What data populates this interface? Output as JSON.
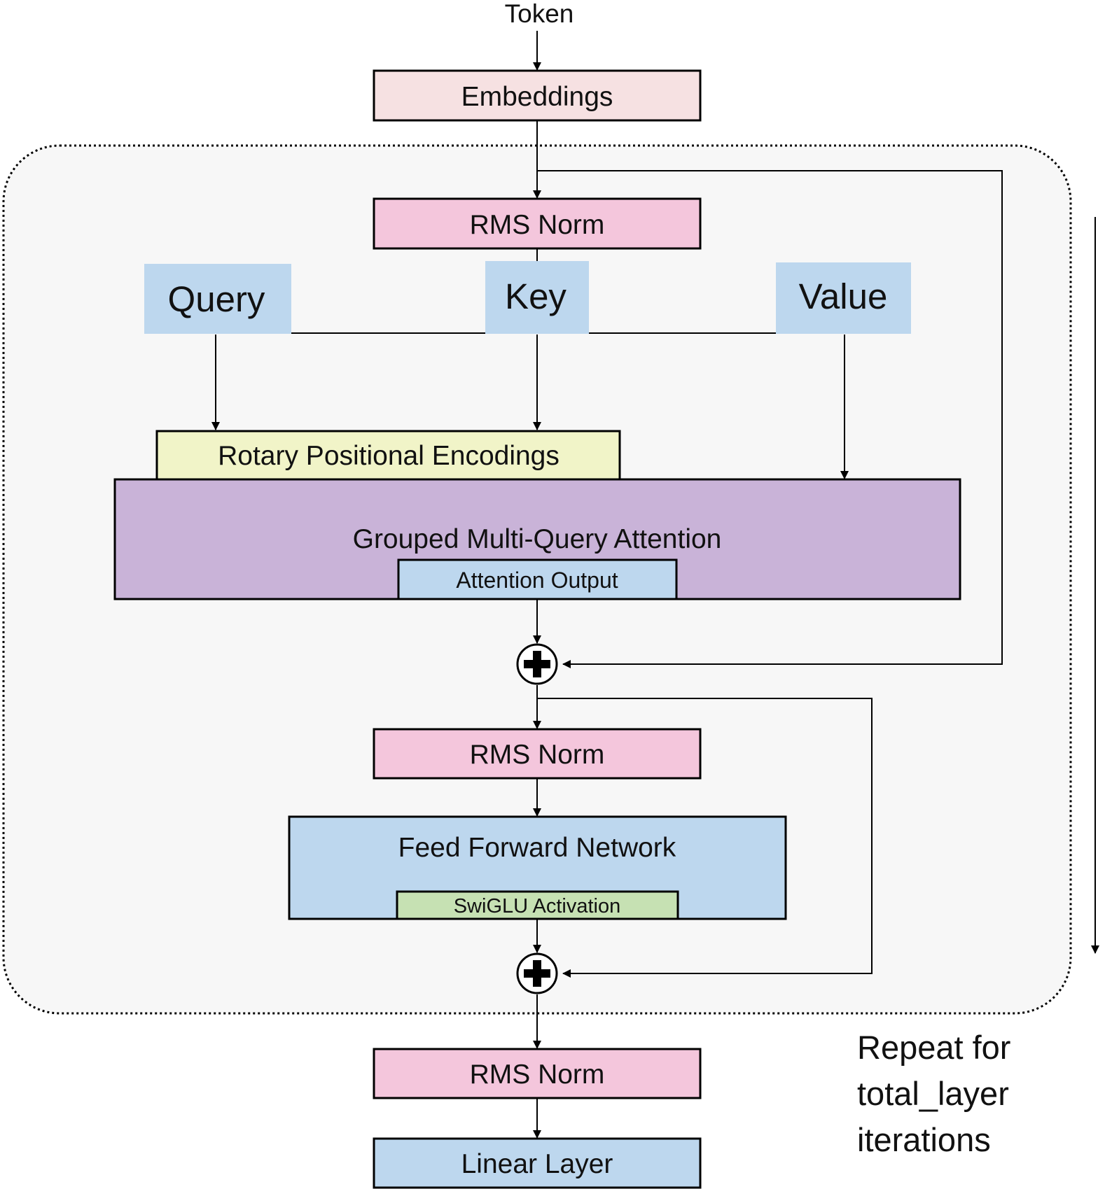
{
  "title": "",
  "nodes": {
    "token": "Token",
    "embeddings": "Embeddings",
    "rms_norm_1": "RMS Norm",
    "query": "Query",
    "key": "Key",
    "value": "Value",
    "rope": "Rotary Positional Encodings",
    "gmqa": "Grouped Multi-Query Attention",
    "attention_output": "Attention Output",
    "rms_norm_2": "RMS Norm",
    "ffn": "Feed Forward Network",
    "swiglu": "SwiGLU Activation",
    "rms_norm_3": "RMS Norm",
    "linear": "Linear Layer"
  },
  "repeat_note": [
    "Repeat for",
    "total_layer",
    "iterations"
  ],
  "colors": {
    "embeddings": "#f6e1e2",
    "rms_norm": "#f4c6dc",
    "qkv": "#bdd7ee",
    "rope": "#f1f4c8",
    "gmqa": "#c9b3d8",
    "attention_output": "#bdd7ee",
    "ffn": "#bdd7ee",
    "swiglu": "#c6e1b3",
    "linear": "#bdd7ee",
    "layer_background": "#f7f7f7"
  }
}
